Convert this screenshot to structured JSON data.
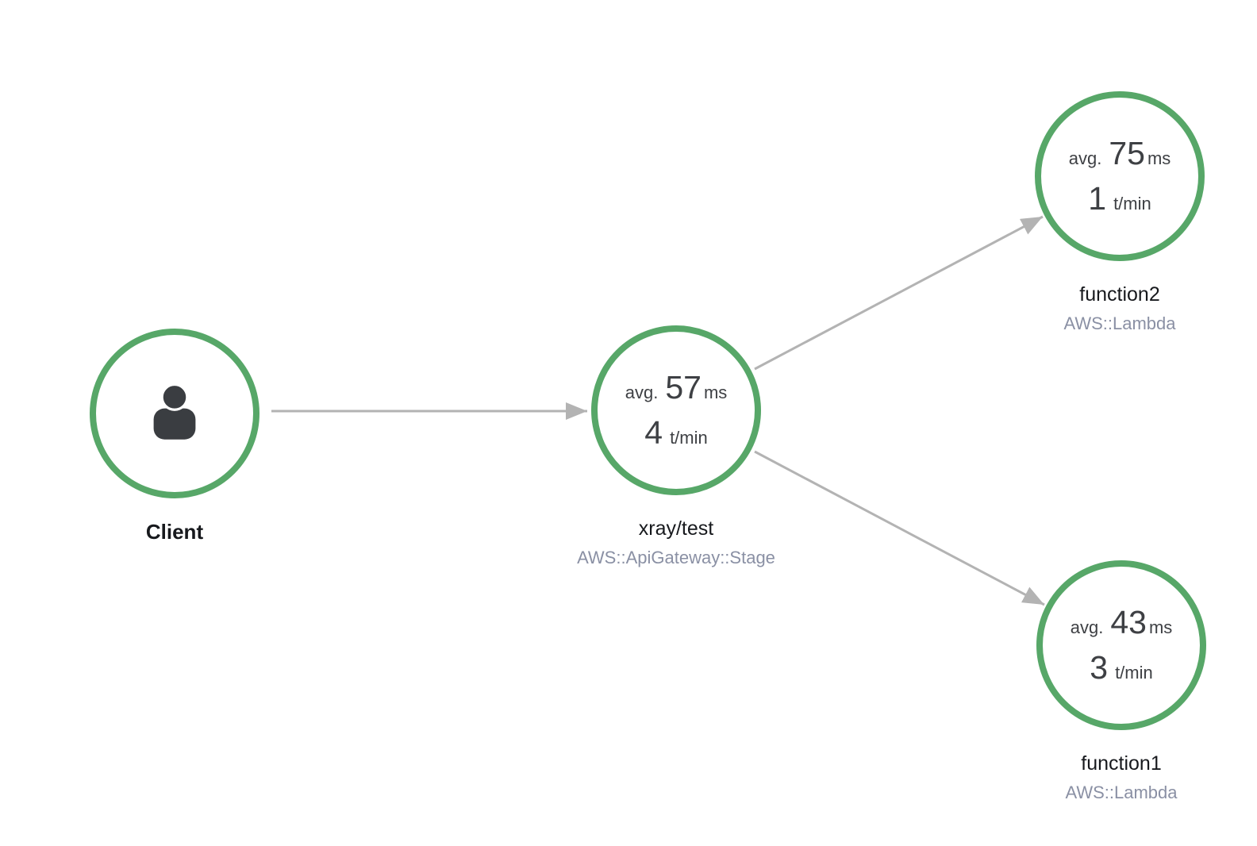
{
  "colors": {
    "ring": "#57a768",
    "edge": "#b3b3b3",
    "stat": "#3e4044",
    "name": "#17191d",
    "type": "#8a90a4",
    "icon": "#3a3d41",
    "bg": "#ffffff"
  },
  "nodes": {
    "client": {
      "name": "Client",
      "icon": "user-icon"
    },
    "xray_test": {
      "name": "xray/test",
      "type": "AWS::ApiGateway::Stage",
      "avg_label": "avg.",
      "avg_value": "57",
      "avg_unit": "ms",
      "rate_value": "4",
      "rate_unit": "t/min"
    },
    "function2": {
      "name": "function2",
      "type": "AWS::Lambda",
      "avg_label": "avg.",
      "avg_value": "75",
      "avg_unit": "ms",
      "rate_value": "1",
      "rate_unit": "t/min"
    },
    "function1": {
      "name": "function1",
      "type": "AWS::Lambda",
      "avg_label": "avg.",
      "avg_value": "43",
      "avg_unit": "ms",
      "rate_value": "3",
      "rate_unit": "t/min"
    }
  },
  "edges": [
    {
      "from": "Client",
      "to": "xray/test"
    },
    {
      "from": "xray/test",
      "to": "function2"
    },
    {
      "from": "xray/test",
      "to": "function1"
    }
  ]
}
